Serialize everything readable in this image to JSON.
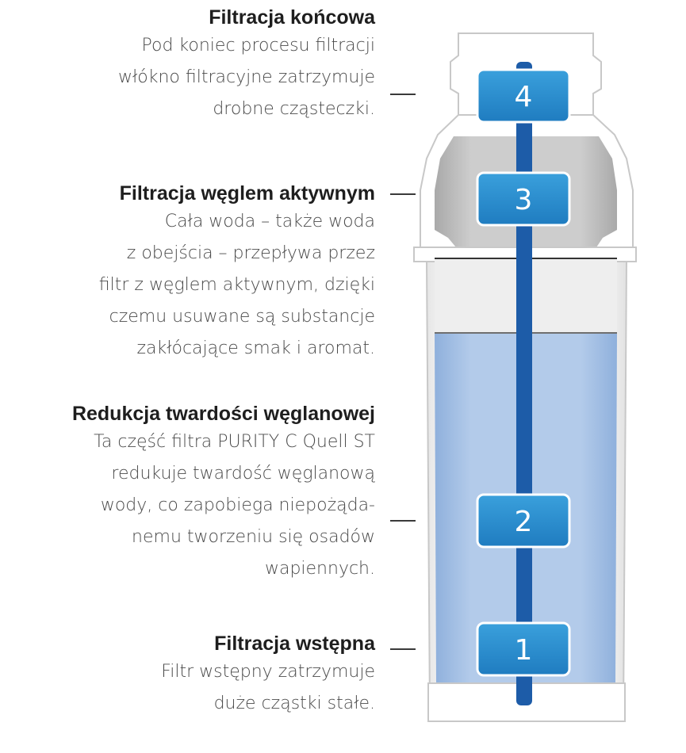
{
  "stages": [
    {
      "number": "4",
      "title": "Filtracja końcowa",
      "lines": [
        "Pod koniec procesu filtracji",
        "włókno filtracyjne zatrzymuje",
        "drobne cząsteczki."
      ]
    },
    {
      "number": "3",
      "title": "Filtracja węglem aktywnym",
      "lines": [
        "Cała woda – także woda",
        "z obejścia  – przepływa przez",
        "filtr z węglem aktywnym, dzięki",
        "czemu usuwane są substancje",
        "zakłócające smak i aromat."
      ]
    },
    {
      "number": "2",
      "title": "Redukcja twardości węglanowej",
      "lines": [
        "Ta część filtra PURITY C Quell ST",
        "redukuje twardość węglanową",
        "wody, co zapobiega niepożąda-",
        "nemu tworzeniu się osadów",
        "wapiennych."
      ]
    },
    {
      "number": "1",
      "title": "Filtracja wstępna",
      "lines": [
        "Filtr wstępny zatrzymuje",
        "duże cząstki stałe."
      ]
    }
  ],
  "colors": {
    "tube": "#1d5ca8",
    "badge": "#2a8fd0",
    "water": "#a9c3e6",
    "carbon": "#c9c9c9",
    "fiber": "#ececec",
    "housing": "#ffffff",
    "outline": "#c8c8c8"
  }
}
